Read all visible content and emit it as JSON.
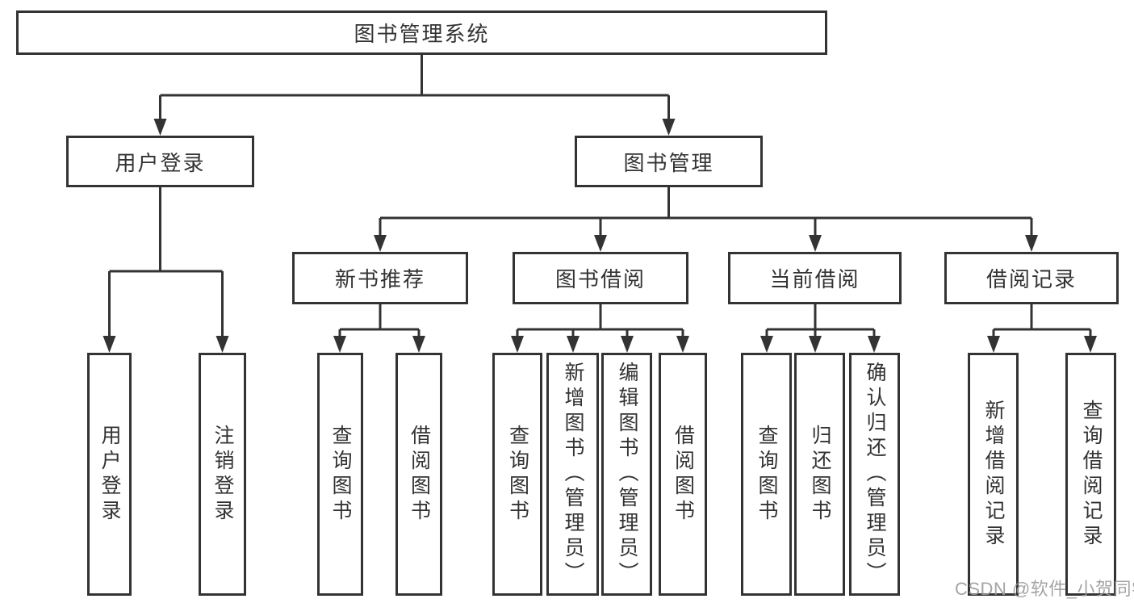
{
  "diagram": {
    "root": {
      "label": "图书管理系统"
    },
    "level2": {
      "user_login": {
        "label": "用户登录"
      },
      "book_mgmt": {
        "label": "图书管理"
      }
    },
    "level3": {
      "new_book_rec": {
        "label": "新书推荐"
      },
      "book_borrowing": {
        "label": "图书借阅"
      },
      "current_borrowing": {
        "label": "当前借阅"
      },
      "borrowing_records": {
        "label": "借阅记录"
      }
    },
    "leaves": {
      "user_login_leaf": {
        "label": "用户登录"
      },
      "logout": {
        "label": "注销登录"
      },
      "query_books_1": {
        "label": "查询图书"
      },
      "borrow_books_1": {
        "label": "借阅图书"
      },
      "query_books_2": {
        "label": "查询图书"
      },
      "add_books_admin": {
        "label": "新增图书（管理员）"
      },
      "edit_books_admin": {
        "label": "编辑图书（管理员）"
      },
      "borrow_books_2": {
        "label": "借阅图书"
      },
      "query_books_3": {
        "label": "查询图书"
      },
      "return_books": {
        "label": "归还图书"
      },
      "confirm_return_admin": {
        "label": "确认归还（管理员）"
      },
      "add_borrow_record": {
        "label": "新增借阅记录"
      },
      "query_borrow_record": {
        "label": "查询借阅记录"
      }
    }
  },
  "watermark": {
    "text": "CSDN @软件_小贺同学"
  },
  "colors": {
    "line": "#333333",
    "text": "#333333",
    "box_fill": "#ffffff",
    "watermark": "#9b9b9b",
    "background": "#ffffff"
  }
}
